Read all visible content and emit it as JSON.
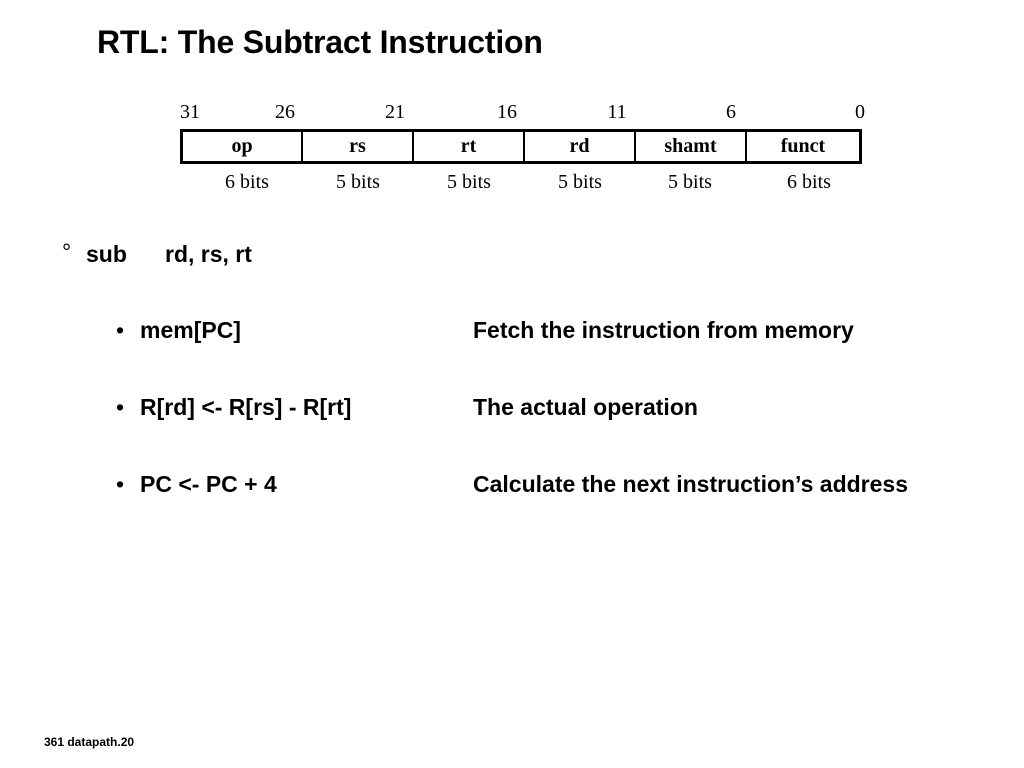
{
  "slide": {
    "title": "RTL: The Subtract Instruction",
    "footer": "361 datapath.20"
  },
  "format": {
    "bit_positions": [
      "31",
      "26",
      "21",
      "16",
      "11",
      "6",
      "0"
    ],
    "fields": [
      {
        "name": "op",
        "bits": "6 bits"
      },
      {
        "name": "rs",
        "bits": "5 bits"
      },
      {
        "name": "rt",
        "bits": "5 bits"
      },
      {
        "name": "rd",
        "bits": "5 bits"
      },
      {
        "name": "shamt",
        "bits": "5 bits"
      },
      {
        "name": "funct",
        "bits": "6 bits"
      }
    ]
  },
  "instruction": {
    "bullet": "°",
    "mnemonic": "sub",
    "operands": "rd, rs, rt"
  },
  "steps": [
    {
      "bullet": "•",
      "rtl": "mem[PC]",
      "description": "Fetch the instruction from memory"
    },
    {
      "bullet": "•",
      "rtl": "R[rd] <- R[rs] - R[rt]",
      "description": "The actual operation"
    },
    {
      "bullet": "•",
      "rtl": "PC <- PC + 4",
      "description": "Calculate the next instruction’s  address"
    }
  ]
}
